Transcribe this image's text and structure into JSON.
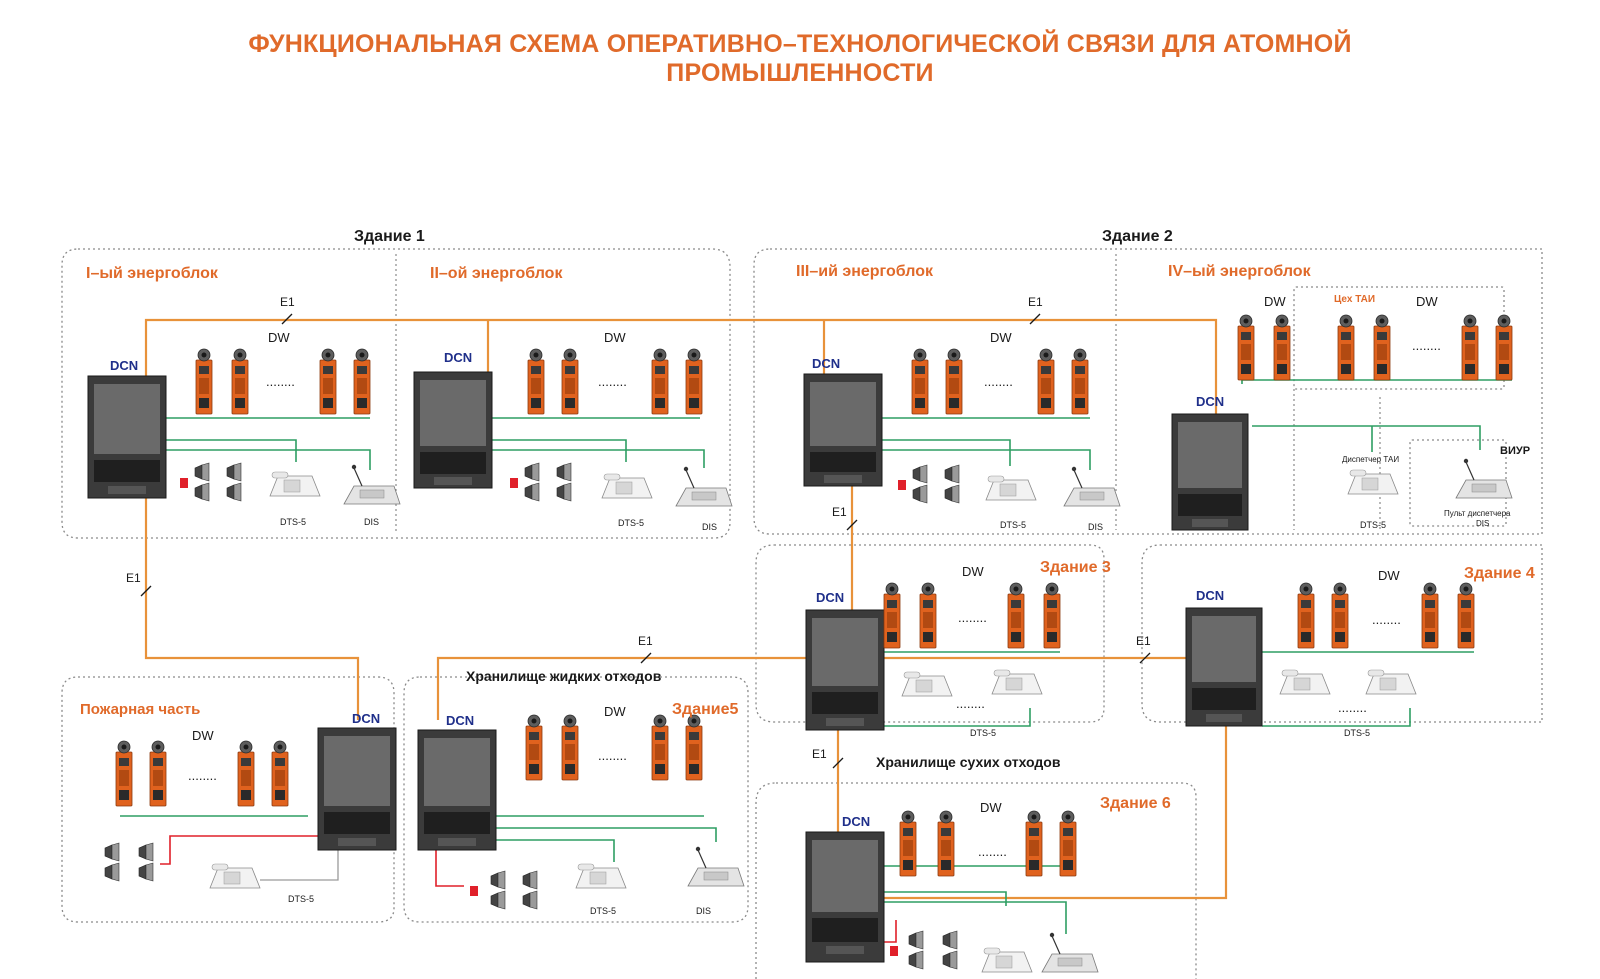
{
  "title": {
    "line1": "ФУНКЦИОНАЛЬНАЯ СХЕМА ОПЕРАТИВНО–ТЕХНОЛОГИЧЕСКОЙ СВЯЗИ ДЛЯ АТОМНОЙ",
    "line2": "ПРОМЫШЛЕННОСТИ"
  },
  "labels": {
    "building1": "Здание 1",
    "building2": "Здание 2",
    "building3": "Здание 3",
    "building4": "Здание 4",
    "building5": "Здание5",
    "building6": "Здание 6",
    "unit1": "I–ый энергоблок",
    "unit2": "II–ой энергоблок",
    "unit3": "III–ий энергоблок",
    "unit4": "IV–ый энергоблок",
    "fire": "Пожарная часть",
    "liquid_storage": "Хранилище жидких отходов",
    "dry_storage": "Хранилище сухих отходов",
    "dcn": "DCN",
    "dw": "DW",
    "e1": "E1",
    "dts": "DTS-5",
    "dis": "DIS",
    "dots": "........",
    "shop_tai": "Цех ТАИ",
    "dispatcher_tai": "Диспетчер ТАИ",
    "viur": "ВИУР",
    "console_line1": "Пульт диспетчера",
    "console_line2": "DIS"
  },
  "colors": {
    "accent": "#e06a2a",
    "trunk": "#e8923a",
    "link": "#2e9e63",
    "alarm": "#e0202a",
    "dcn_text": "#1f2f8a"
  }
}
